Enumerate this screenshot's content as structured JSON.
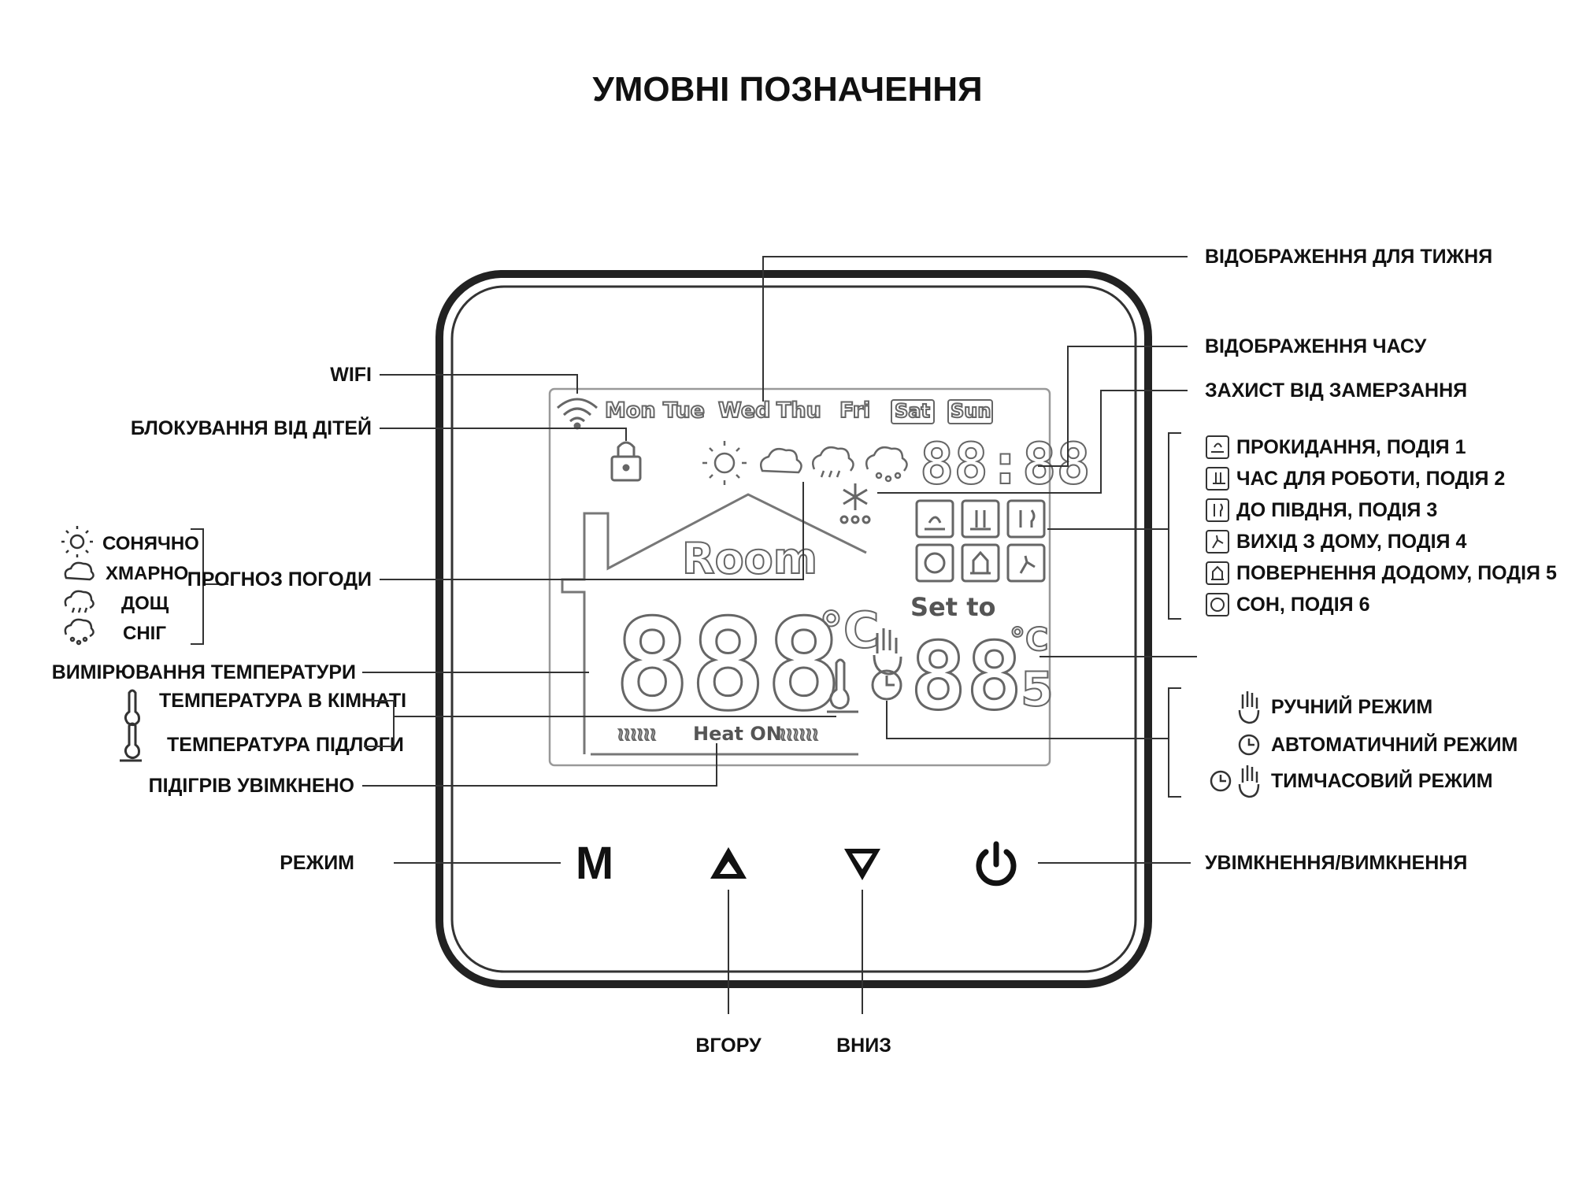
{
  "title": "УМОВНІ ПОЗНАЧЕННЯ",
  "display": {
    "days": [
      "Mon",
      "Tue",
      "Wed",
      "Thu",
      "Fri",
      "Sat",
      "Sun"
    ],
    "room_text": "Room",
    "set_to_text": "Set to",
    "heat_on_text": "Heat ON",
    "celsius": "°C",
    "clock_digits": "88:88",
    "room_digits": "888",
    "set_digits": "88",
    "set_decimal": "5"
  },
  "buttons": {
    "mode": "M",
    "up": "▲",
    "down": "▼",
    "power": "⏻"
  },
  "labels": {
    "week": "ВІДОБРАЖЕННЯ ДЛЯ ТИЖНЯ",
    "time": "ВІДОБРАЖЕННЯ ЧАСУ",
    "frost": "ЗАХИСТ ВІД ЗАМЕРЗАННЯ",
    "wifi": "WIFI",
    "child_lock": "БЛОКУВАННЯ ВІД ДІТЕЙ",
    "weather_forecast": "ПРОГНОЗ ПОГОДИ",
    "temp_measure": "ВИМІРЮВАННЯ ТЕМПЕРАТУРИ",
    "room_temp": "ТЕМПЕРАТУРА В КІМНАТІ",
    "floor_temp": "ТЕМПЕРАТУРА ПІДЛОГИ",
    "heating_on": "ПІДІГРІВ УВІМКНЕНО",
    "mode": "РЕЖИМ",
    "up": "ВГОРУ",
    "down": "ВНИЗ",
    "power": "УВІМКНЕННЯ/ВИМКНЕННЯ"
  },
  "weather": [
    "СОНЯЧНО",
    "ХМАРНО",
    "ДОЩ",
    "СНІГ"
  ],
  "events": [
    "ПРОКИДАННЯ, ПОДІЯ 1",
    "ЧАС ДЛЯ РОБОТИ, ПОДІЯ 2",
    "ДО ПІВДНЯ, ПОДІЯ 3",
    "ВИХІД З ДОМУ, ПОДІЯ 4",
    "ПОВЕРНЕННЯ ДОДОМУ, ПОДІЯ 5",
    "СОН, ПОДІЯ 6"
  ],
  "modes": [
    "РУЧНИЙ РЕЖИМ",
    "АВТОМАТИЧНИЙ РЕЖИМ",
    "ТИМЧАСОВИЙ РЕЖИМ"
  ]
}
